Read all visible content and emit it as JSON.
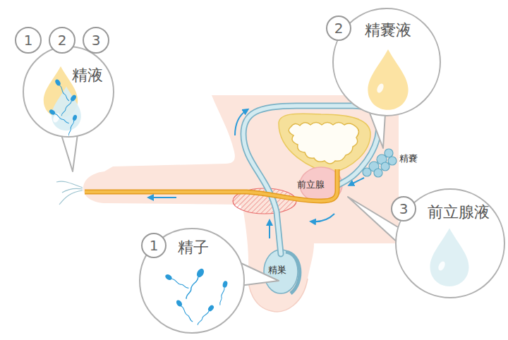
{
  "diagram": {
    "nodes": [
      {
        "text": [
          "1"
        ]
      },
      {
        "text": [
          "2"
        ]
      },
      {
        "text": [
          "3"
        ]
      },
      {
        "text": [
          "精液"
        ]
      },
      {
        "text": [
          "2"
        ]
      },
      {
        "text": [
          "精嚢液"
        ]
      },
      {
        "text": [
          "3"
        ]
      },
      {
        "text": [
          "前立腺液"
        ]
      },
      {
        "text": [
          "1"
        ]
      },
      {
        "text": [
          "精子"
        ]
      }
    ],
    "labels": [
      "精嚢",
      "前立腺",
      "精巣"
    ]
  }
}
